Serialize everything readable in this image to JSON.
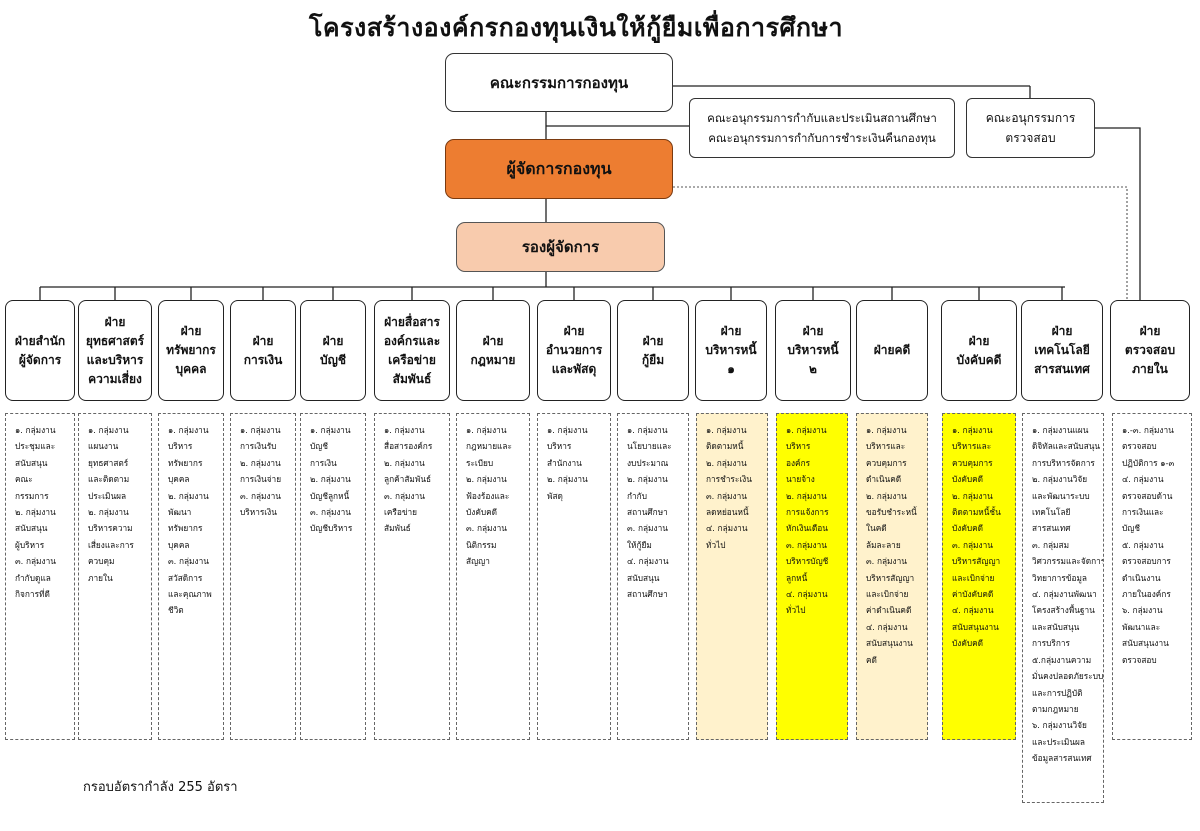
{
  "title": "โครงสร้างองค์กรกองทุนเงินให้กู้ยืมเพื่อการศึกษา",
  "board": "คณะกรรมการกองทุน",
  "subcommittees": [
    "คณะอนุกรรมการกำกับและประเมินสถานศึกษา",
    "คณะอนุกรรมการกำกับการชำระเงินคืนกองทุน"
  ],
  "audit_committee": [
    "คณะอนุกรรมการ",
    "ตรวจสอบ"
  ],
  "manager": "ผู้จัดการกองทุน",
  "deputy": "รองผู้จัดการ",
  "colors": {
    "manager": "#ed7d31",
    "deputy": "#f8cbad",
    "highlight_yellow": "#ffff00",
    "highlight_cream": "#fff2cc"
  },
  "departments": [
    {
      "name": [
        "ฝ่ายสำนัก",
        "ผู้จัดการ"
      ],
      "tasks": [
        "๑. กลุ่มงาน",
        "ประชุมและ",
        "สนับสนุน",
        "คณะ",
        "กรรมการ",
        "๒. กลุ่มงาน",
        "สนับสนุน",
        "ผู้บริหาร",
        "๓. กลุ่มงาน",
        "กำกับดูแล",
        "กิจการที่ดี"
      ]
    },
    {
      "name": [
        "ฝ่าย",
        "ยุทธศาสตร์",
        "และบริหาร",
        "ความเสี่ยง"
      ],
      "tasks": [
        "๑. กลุ่มงาน",
        "แผนงาน",
        "ยุทธศาสตร์",
        "และติดตาม",
        "ประเมินผล",
        "๒. กลุ่มงาน",
        "บริหารความ",
        "เสี่ยงและการ",
        "ควบคุม",
        "ภายใน"
      ]
    },
    {
      "name": [
        "ฝ่าย",
        "ทรัพยากร",
        "บุคคล"
      ],
      "tasks": [
        "๑. กลุ่มงาน",
        "บริหาร",
        "ทรัพยากร",
        "บุคคล",
        "๒. กลุ่มงาน",
        "พัฒนา",
        "ทรัพยากร",
        "บุคคล",
        "๓. กลุ่มงาน",
        "สวัสดิการ",
        "และคุณภาพ",
        "ชีวิต"
      ]
    },
    {
      "name": [
        "ฝ่าย",
        "การเงิน"
      ],
      "tasks": [
        "๑. กลุ่มงาน",
        "การเงินรับ",
        "๒. กลุ่มงาน",
        "การเงินจ่าย",
        "๓. กลุ่มงาน",
        "บริหารเงิน"
      ]
    },
    {
      "name": [
        "ฝ่าย",
        "บัญชี"
      ],
      "tasks": [
        "๑. กลุ่มงาน",
        "บัญชี",
        "การเงิน",
        "๒. กลุ่มงาน",
        "บัญชีลูกหนี้",
        "๓. กลุ่มงาน",
        "บัญชีบริหาร"
      ]
    },
    {
      "name": [
        "ฝ่ายสื่อสาร",
        "องค์กรและ",
        "เครือข่าย",
        "สัมพันธ์"
      ],
      "tasks": [
        "๑. กลุ่มงาน",
        "สื่อสารองค์กร",
        "๒. กลุ่มงาน",
        "ลูกค้าสัมพันธ์",
        "๓. กลุ่มงาน",
        "เครือข่าย",
        "สัมพันธ์"
      ]
    },
    {
      "name": [
        "ฝ่าย",
        "กฎหมาย"
      ],
      "tasks": [
        "๑. กลุ่มงาน",
        "กฎหมายและ",
        "ระเบียบ",
        "๒. กลุ่มงาน",
        "ฟ้องร้องและ",
        "บังคับคดี",
        "๓. กลุ่มงาน",
        "นิติกรรม",
        "สัญญา"
      ]
    },
    {
      "name": [
        "ฝ่าย",
        "อำนวยการ",
        "และพัสดุ"
      ],
      "tasks": [
        "๑. กลุ่มงาน",
        "บริหาร",
        "สำนักงาน",
        "๒. กลุ่มงาน",
        "พัสดุ"
      ]
    },
    {
      "name": [
        "ฝ่าย",
        "กู้ยืม"
      ],
      "tasks": [
        "๑. กลุ่มงาน",
        "นโยบายและ",
        "งบประมาณ",
        "๒. กลุ่มงาน",
        "กำกับ",
        "สถานศึกษา",
        "๓. กลุ่มงาน",
        "ให้กู้ยืม",
        "๔. กลุ่มงาน",
        "สนับสนุน",
        "สถานศึกษา"
      ]
    },
    {
      "name": [
        "ฝ่าย",
        "บริหารหนี้",
        "๑"
      ],
      "tasks": [
        "๑. กลุ่มงาน",
        "ติดตามหนี้",
        "๒. กลุ่มงาน",
        "การชำระเงิน",
        "๓. กลุ่มงาน",
        "ลดหย่อนหนี้",
        "๔. กลุ่มงาน",
        "ทั่วไป"
      ]
    },
    {
      "name": [
        "ฝ่าย",
        "บริหารหนี้",
        "๒"
      ],
      "tasks": [
        "๑. กลุ่มงาน",
        "บริหาร",
        "องค์กร",
        "นายจ้าง",
        "๒. กลุ่มงาน",
        "การแจ้งการ",
        "หักเงินเดือน",
        "๓. กลุ่มงาน",
        "บริหารบัญชี",
        "ลูกหนี้",
        "๔. กลุ่มงาน",
        "ทั่วไป"
      ]
    },
    {
      "name": [
        "ฝ่ายคดี"
      ],
      "tasks": [
        "๑. กลุ่มงาน",
        "บริหารและ",
        "ควบคุมการ",
        "ดำเนินคดี",
        "๒. กลุ่มงาน",
        "ขอรับชำระหนี้",
        "ในคดี",
        "ล้มละลาย",
        "๓. กลุ่มงาน",
        "บริหารสัญญา",
        "และเบิกจ่าย",
        "ค่าดำเนินคดี",
        "๔. กลุ่มงาน",
        "สนับสนุนงาน",
        "คดี"
      ]
    },
    {
      "name": [
        "ฝ่าย",
        "บังคับคดี"
      ],
      "tasks": [
        "๑. กลุ่มงาน",
        "บริหารและ",
        "ควบคุมการ",
        "บังคับคดี",
        "๒. กลุ่มงาน",
        "ติดตามหนี้ชั้น",
        "บังคับคดี",
        "๓. กลุ่มงาน",
        "บริหารสัญญา",
        "และเบิกจ่าย",
        "ค่าบังคับคดี",
        "๔. กลุ่มงาน",
        "สนับสนุนงาน",
        "บังคับคดี"
      ]
    },
    {
      "name": [
        "ฝ่าย",
        "เทคโนโลยี",
        "สารสนเทศ"
      ],
      "tasks": [
        "๑. กลุ่มงานแผน",
        "ดิจิทัลและสนับสนุน",
        "การบริหารจัดการ",
        "๒. กลุ่มงานวิจัย",
        "และพัฒนาระบบ",
        "เทคโนโลยี",
        "สารสนเทศ",
        "๓. กลุ่มสม",
        "วิศวกรรมและจัดการ",
        "วิทยาการข้อมูล",
        "๔. กลุ่มงานพัฒนา",
        "โครงสร้างพื้นฐาน",
        "และสนับสนุน",
        "การบริการ",
        "๕.กลุ่มงานความ",
        "มั่นคงปลอดภัยระบบ",
        "และการปฏิบัติ",
        "ตามกฎหมาย",
        "๖. กลุ่มงานวิจัย",
        "และประเมินผล",
        "ข้อมูลสารสนเทศ"
      ]
    },
    {
      "name": [
        "ฝ่าย",
        "ตรวจสอบ",
        "ภายใน"
      ],
      "tasks": [
        "๑.-๓. กลุ่มงาน",
        "ตรวจสอบ",
        "ปฏิบัติการ ๑-๓",
        "๔. กลุ่มงาน",
        "ตรวจสอบด้าน",
        "การเงินและ",
        "บัญชี",
        "๕. กลุ่มงาน",
        "ตรวจสอบการ",
        "ดำเนินงาน",
        "ภายในองค์กร",
        "๖. กลุ่มงาน",
        "พัฒนาและ",
        "สนับสนุนงาน",
        "ตรวจสอบ"
      ]
    }
  ],
  "footer": "กรอบอัตรากำลัง 255 อัตรา"
}
